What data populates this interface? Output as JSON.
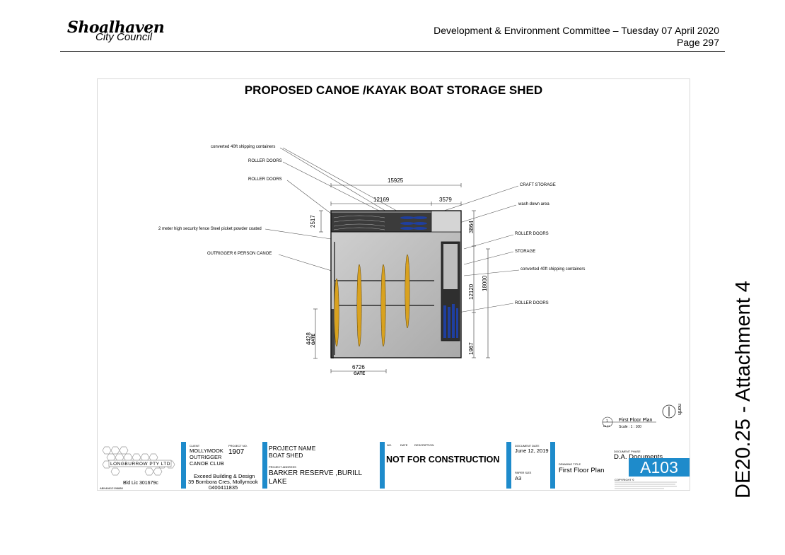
{
  "header": {
    "logo_top": "Shoalhaven",
    "logo_bottom": "City Council",
    "line1": "Development & Environment Committee – Tuesday 07 April 2020",
    "line2": "Page 297"
  },
  "side_text": "DE20.25 - Attachment 4",
  "drawing": {
    "title": "PROPOSED CANOE /KAYAK BOAT STORAGE SHED",
    "labels_left": [
      "converted 40ft shipping containers",
      "ROLLER DOORS",
      "ROLLER DOORS",
      "2 meter high security fence Steel picket powder coated",
      "OUTRIGGER 6 PERSON CANOE"
    ],
    "labels_right": [
      "CRAFT STORAGE",
      "wash down area",
      "ROLLER DOORS",
      "STORAGE",
      "converted 40ft shipping containers",
      "ROLLER DOORS"
    ],
    "dims": {
      "overall_width": "15925",
      "left_width": "12169",
      "right_width": "3579",
      "container_depth": "2517",
      "right_top": "3864",
      "right_mid": "12120",
      "right_total": "18000",
      "right_bottom": "1967",
      "gate_left": "4428",
      "gate_bottom": "6726",
      "gate_word": "GATE"
    },
    "floor_plan": {
      "number": "1",
      "sheet_ref": "A103",
      "name": "First Floor Plan",
      "scale": "Scale : 1 : 100",
      "north": "north"
    }
  },
  "title_block": {
    "company": "LONGBURROW PTY LTD",
    "builder_licence": "Bld Lic 301679c",
    "abn": "ABN46612198888",
    "client_label": "CLIENT",
    "client_name": "MOLLYMOOK OUTRIGGER CANOE CLUB",
    "project_no_label": "PROJECT NO.",
    "project_no": "1907",
    "builder_name": "Exceed Building & Design",
    "builder_address": "39 Bombora Cres, Mollymook",
    "builder_phone": "0400411835",
    "project_name_label": "PROJECT NAME",
    "project_name": "BOAT SHED",
    "project_address_label": "PROJECT ADDRESS",
    "project_address": "BARKER RESERVE ,BURILL LAKE",
    "rev_no_label": "NO.",
    "rev_date_label": "DATE",
    "rev_desc_label": "DESCRIPTION",
    "not_for_construction": "NOT FOR CONSTRUCTION",
    "doc_date_label": "DOCUMENT DATE",
    "doc_date": "June 12, 2019",
    "paper_size_label": "PAPER SIZE",
    "paper_size": "A3",
    "drawing_title_label": "DRAWING TITLE",
    "drawing_title": "First Floor Plan",
    "doc_phase_label": "DOCUMENT PHASE",
    "doc_phase": "D.A. Documents",
    "drawing_number": "A103",
    "copyright": "COPYRIGHT ©"
  },
  "colors": {
    "accent_blue": "#1e8bcb",
    "canoe_yellow": "#d9a21f",
    "kayak_blue": "#1f3fa0"
  }
}
